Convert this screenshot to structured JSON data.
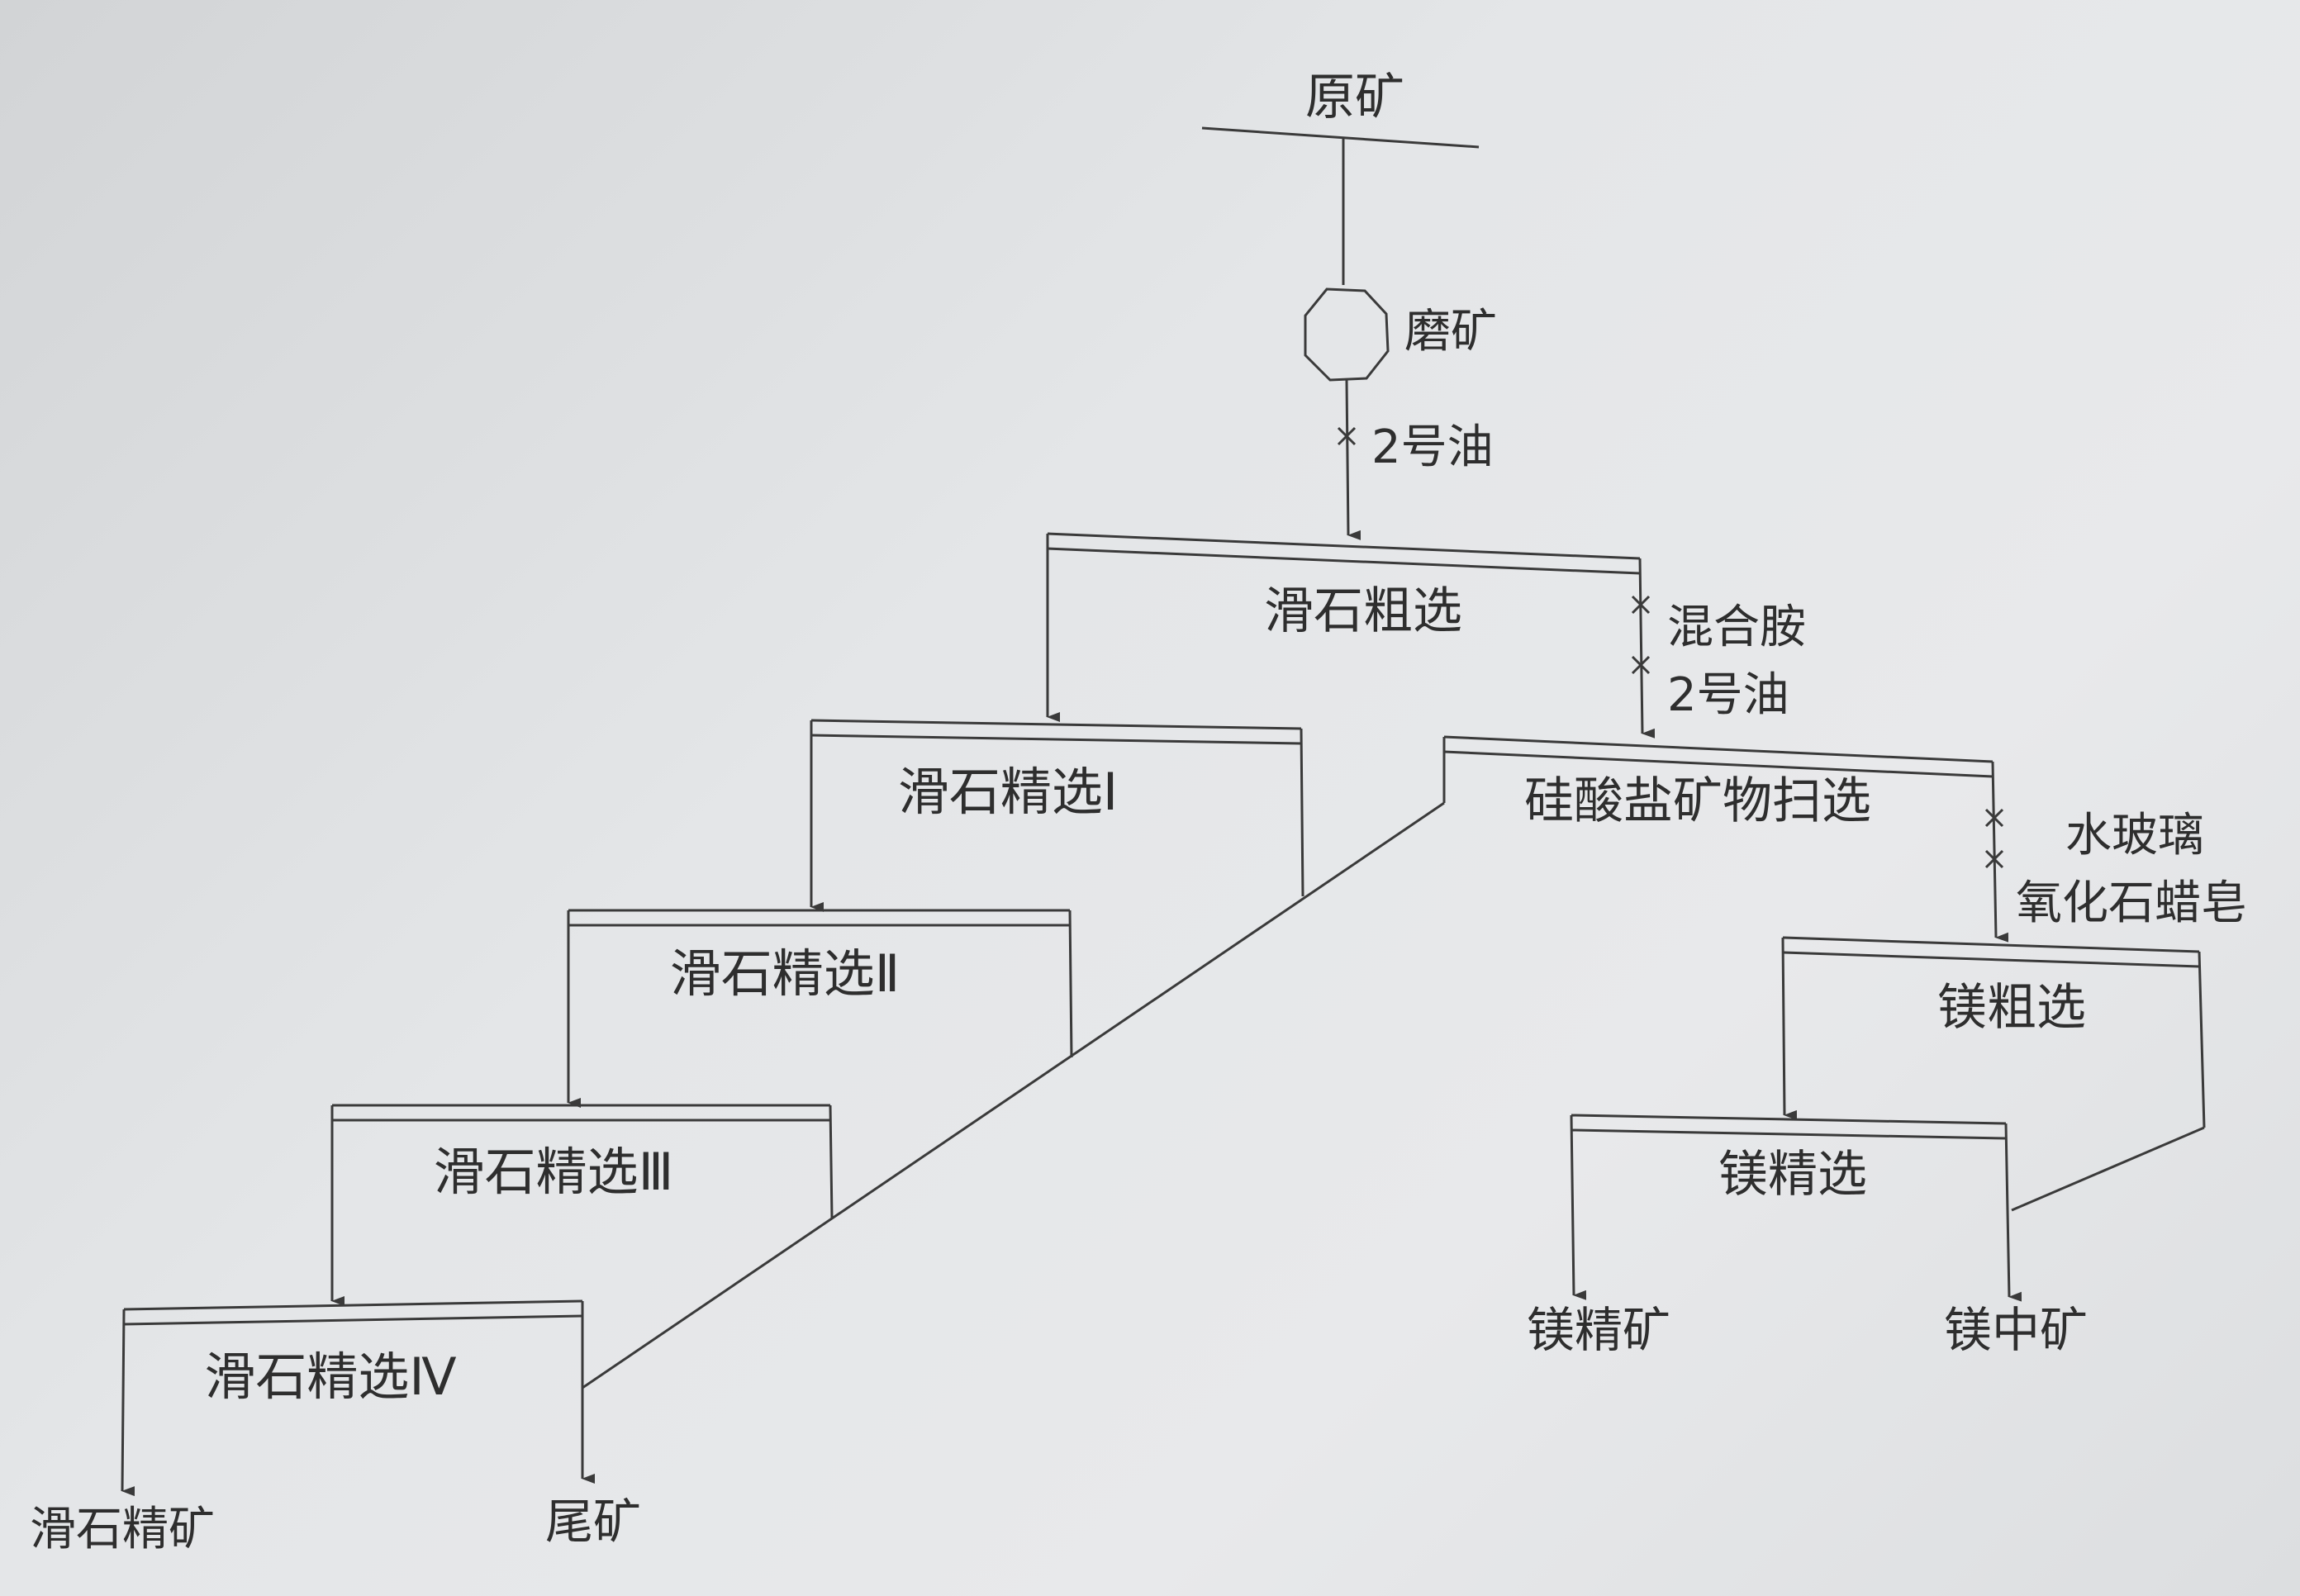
{
  "diagram": {
    "raw_ore": "原矿",
    "grinding": "磨矿",
    "reagent_feed_1": "2号油",
    "talc_rougher": "滑石粗选",
    "reagent_mixed_amine": "混合胺",
    "reagent_feed_2": "2号油",
    "talc_cleaner_1": "滑石精选Ⅰ",
    "talc_cleaner_2": "滑石精选Ⅱ",
    "talc_cleaner_3": "滑石精选Ⅲ",
    "talc_cleaner_4": "滑石精选Ⅳ",
    "silicate_scavenger": "硅酸盐矿物扫选",
    "reagent_water_glass": "水玻璃",
    "reagent_oxidized_paraffin_soap": "氧化石蜡皂",
    "mg_rougher": "镁粗选",
    "mg_cleaner": "镁精选",
    "talc_concentrate": "滑石精矿",
    "tailings": "尾矿",
    "mg_concentrate": "镁精矿",
    "mg_middling": "镁中矿"
  }
}
